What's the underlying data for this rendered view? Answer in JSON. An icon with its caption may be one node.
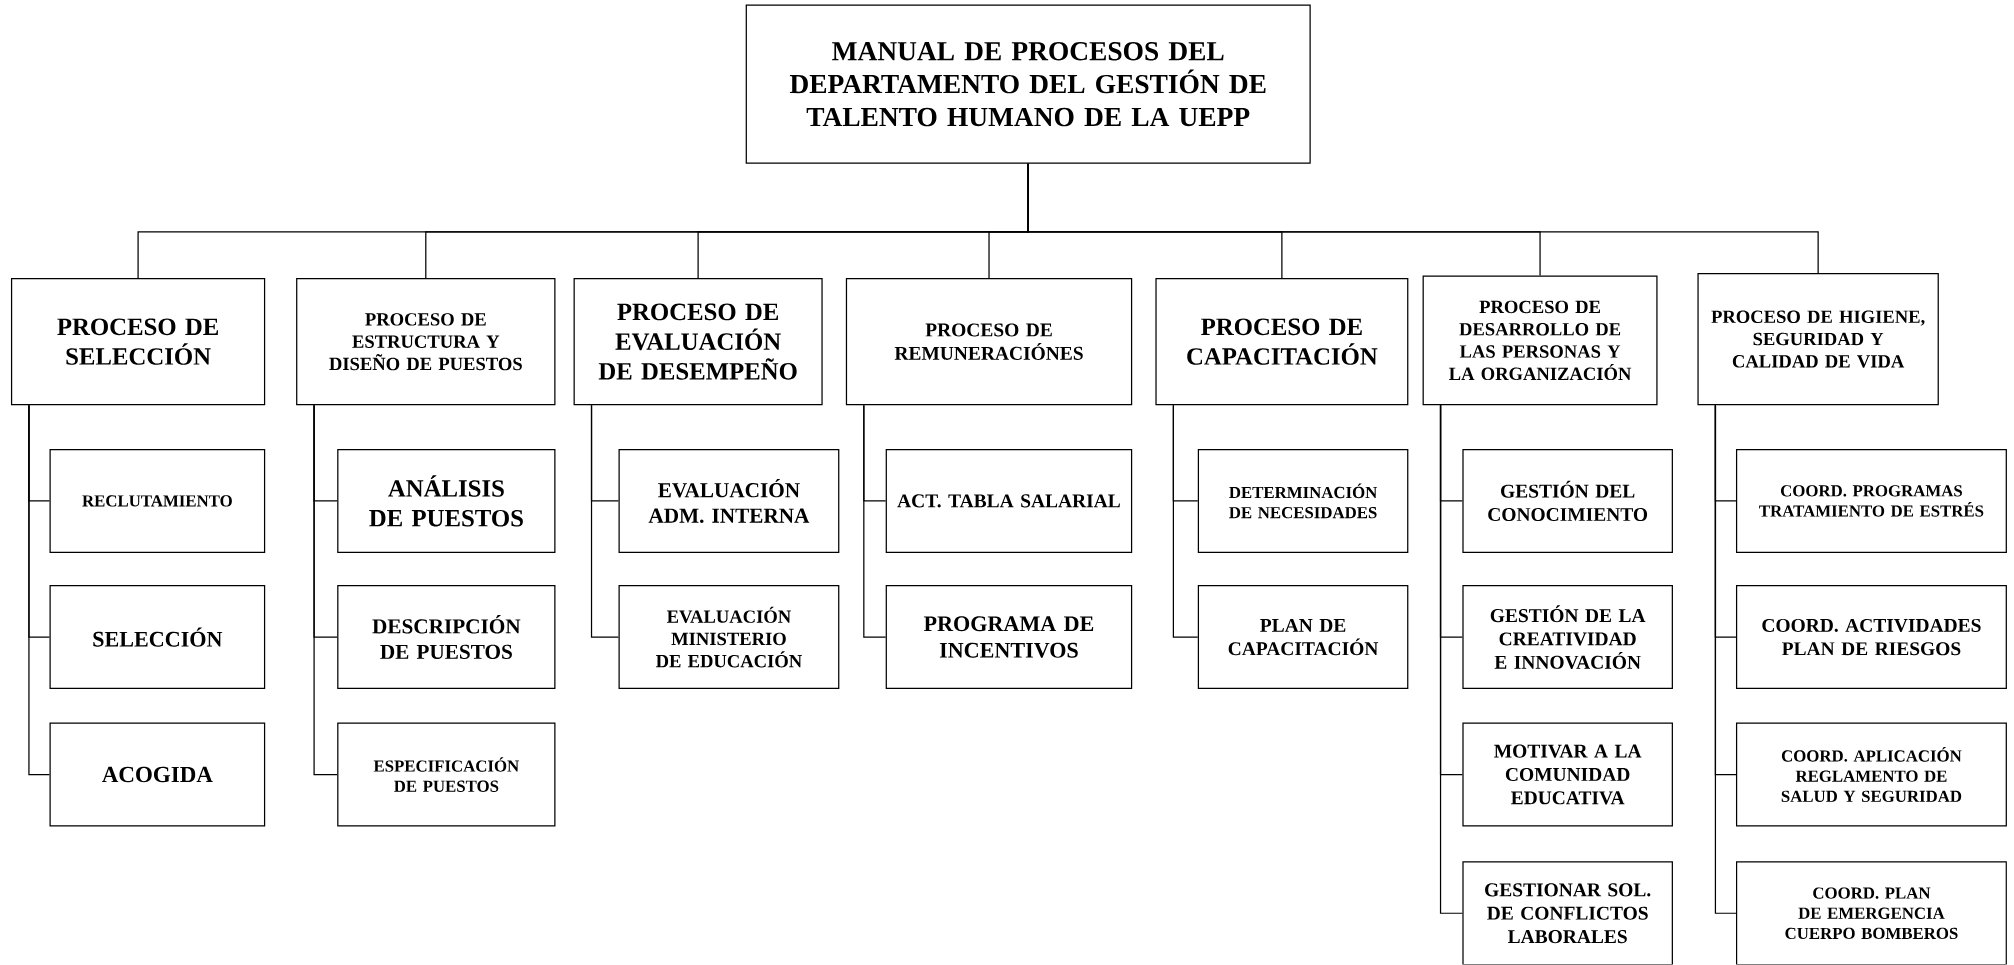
{
  "diagram": {
    "nodes": [
      {
        "text": [
          "MANUAL DE PROCESOS DEL DEPARTAMENTO DEL GESTIÓN DE TALENTO HUMANO DE LA UEPP"
        ]
      },
      {
        "text": [
          "PROCESO DE SELECCIÓN"
        ]
      },
      {
        "text": [
          "RECLUTAMIENTO"
        ]
      },
      {
        "text": [
          "SELECCIÓN"
        ]
      },
      {
        "text": [
          "ACOGIDA"
        ]
      },
      {
        "text": [
          "PROCESO DE ESTRUCTURA Y DISEÑO DE PUESTOS"
        ]
      },
      {
        "text": [
          "ANÁLISIS DE PUESTOS"
        ]
      },
      {
        "text": [
          "DESCRIPCIÓN DE PUESTOS"
        ]
      },
      {
        "text": [
          "ESPECIFICACIÓN DE PUESTOS"
        ]
      },
      {
        "text": [
          "PROCESO DE EVALUACIÓN DE DESEMPEÑO"
        ]
      },
      {
        "text": [
          "EVALUACIÓN ADM. INTERNA"
        ]
      },
      {
        "text": [
          "EVALUACIÓN MINISTERIO DE EDUCACIÓN"
        ]
      },
      {
        "text": [
          "PROCESO DE REMUNERACIÓNES"
        ]
      },
      {
        "text": [
          "ACT. TABLA SALARIAL"
        ]
      },
      {
        "text": [
          "PROGRAMA DE INCENTIVOS"
        ]
      },
      {
        "text": [
          "PROCESO DE CAPACITACIÓN"
        ]
      },
      {
        "text": [
          "DETERMINACIÓN DE NECESIDADES"
        ]
      },
      {
        "text": [
          "PLAN DE CAPACITACIÓN"
        ]
      },
      {
        "text": [
          "PROCESO DE DESARROLLO DE LAS PERSONAS Y LA ORGANIZACIÓN"
        ]
      },
      {
        "text": [
          "GESTIÓN DEL CONOCIMIENTO"
        ]
      },
      {
        "text": [
          "GESTIÓN DE LA CREATIVIDAD E INNOVACIÓN"
        ]
      },
      {
        "text": [
          "MOTIVAR A LA COMUNIDAD EDUCATIVA"
        ]
      },
      {
        "text": [
          "GESTIONAR SOL. DE CONFLICTOS LABORALES"
        ]
      },
      {
        "text": [
          "PROCESO DE HIGIENE, SEGURIDAD Y CALIDAD DE VIDA"
        ]
      },
      {
        "text": [
          "COORD. PROGRAMAS TRATAMIENTO DE ESTRÉS"
        ]
      },
      {
        "text": [
          "COORD. ACTIVIDADES PLAN DE RIESGOS"
        ]
      },
      {
        "text": [
          "COORD. APLICACIÓN REGLAMENTO DE SALUD Y SEGURIDAD"
        ]
      },
      {
        "text": [
          "COORD. PLAN DE EMERGENCIA CUERPO BOMBEROS"
        ]
      }
    ],
    "edges": [
      {
        "from": 0,
        "to": 1,
        "arrow": "none"
      },
      {
        "from": 0,
        "to": 5,
        "arrow": "none"
      },
      {
        "from": 0,
        "to": 9,
        "arrow": "none"
      },
      {
        "from": 0,
        "to": 12,
        "arrow": "none"
      },
      {
        "from": 0,
        "to": 15,
        "arrow": "none"
      },
      {
        "from": 0,
        "to": 18,
        "arrow": "none"
      },
      {
        "from": 0,
        "to": 23,
        "arrow": "none"
      },
      {
        "from": 1,
        "to": 2,
        "arrow": "none"
      },
      {
        "from": 1,
        "to": 3,
        "arrow": "none"
      },
      {
        "from": 1,
        "to": 4,
        "arrow": "none"
      },
      {
        "from": 5,
        "to": 6,
        "arrow": "none"
      },
      {
        "from": 5,
        "to": 7,
        "arrow": "none"
      },
      {
        "from": 5,
        "to": 8,
        "arrow": "none"
      },
      {
        "from": 9,
        "to": 10,
        "arrow": "none"
      },
      {
        "from": 9,
        "to": 11,
        "arrow": "none"
      },
      {
        "from": 12,
        "to": 13,
        "arrow": "none"
      },
      {
        "from": 12,
        "to": 14,
        "arrow": "none"
      },
      {
        "from": 15,
        "to": 16,
        "arrow": "none"
      },
      {
        "from": 15,
        "to": 17,
        "arrow": "none"
      },
      {
        "from": 18,
        "to": 19,
        "arrow": "none"
      },
      {
        "from": 18,
        "to": 20,
        "arrow": "none"
      },
      {
        "from": 18,
        "to": 21,
        "arrow": "none"
      },
      {
        "from": 18,
        "to": 22,
        "arrow": "none"
      },
      {
        "from": 23,
        "to": 24,
        "arrow": "none"
      },
      {
        "from": 23,
        "to": 25,
        "arrow": "none"
      },
      {
        "from": 23,
        "to": 26,
        "arrow": "none"
      },
      {
        "from": 23,
        "to": 27,
        "arrow": "none"
      }
    ]
  }
}
